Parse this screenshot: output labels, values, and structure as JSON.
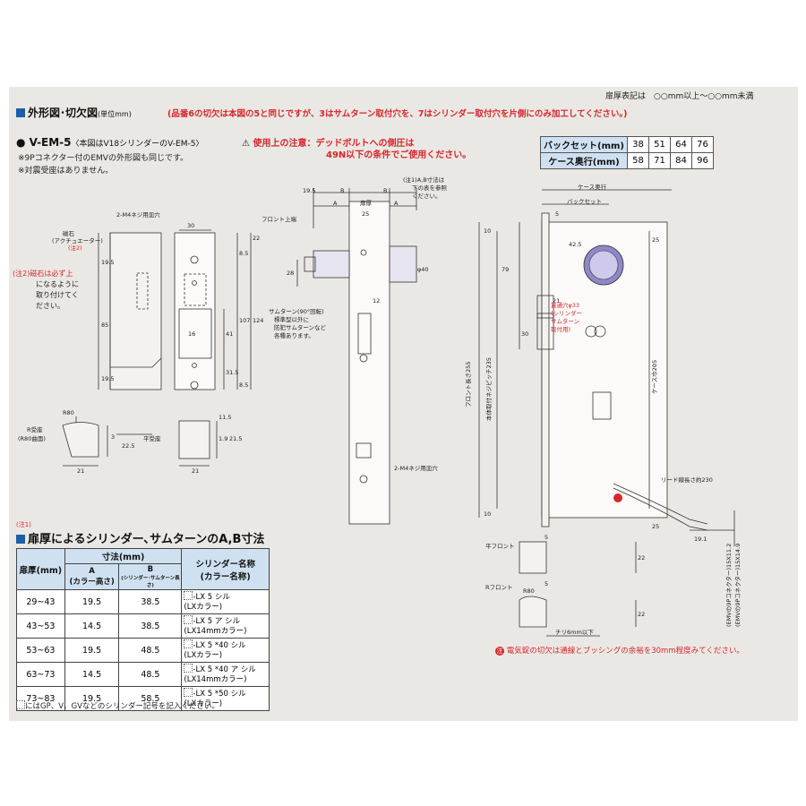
{
  "header": {
    "thickness_note": "扉厚表記は　○○mm以上～○○mm未満",
    "title": "外形図･切欠図",
    "unit": "(単位mm)",
    "red_note": "(品番6の切欠は本図の5と同じですが、3はサムターン取付穴を、7はシリンダー取付穴を片側にのみ加工してください。)"
  },
  "model": {
    "name": "● V-EM-5",
    "subtitle": "〈本図はV18シリンダーのV-EM-5〉",
    "caution_label": "使用上の注意：",
    "caution_line1": "デッドボルトへの側圧は",
    "caution_line2": "49N以下の条件でご使用ください。",
    "note1": "※9Pコネクター付のEMVの外形図も同じです。",
    "note2": "※対震受座はありません。"
  },
  "spec_table": {
    "rows": [
      {
        "label": "バックセット(mm)",
        "values": [
          "38",
          "51",
          "64",
          "76"
        ]
      },
      {
        "label": "ケース奥行(mm)",
        "values": [
          "58",
          "71",
          "84",
          "96"
        ]
      }
    ]
  },
  "left_drawing": {
    "screw_label": "2-M4ネジ用皿穴",
    "magnet_label_1": "磁石",
    "magnet_label_2": "(アクチュエーター)",
    "magnet_label_3": "(注2)",
    "note2_1": "(注2)磁石は必ず上",
    "note2_2": "になるように",
    "note2_3": "取り付けてく",
    "note2_4": "ださい。",
    "dims": [
      "30",
      "22",
      "8.5",
      "19.5",
      "16",
      "85",
      "41",
      "107",
      "124",
      "31.5",
      "19.5",
      "8.5",
      "28",
      "30"
    ],
    "r80": "R80",
    "r_strike_1": "R受座",
    "r_strike_2": "(R80曲面)",
    "flat_strike": "平受座",
    "d_3": "3",
    "d_225": "22.5",
    "d_21a": "21",
    "d_115": "11.5",
    "d_19": "1.9",
    "d_215": "21.5",
    "d_21b": "21"
  },
  "center_drawing": {
    "note1_1": "(注1)A,B寸法は",
    "note1_2": "下の表を参照",
    "note1_3": "ください。",
    "dims_top": [
      "19.5",
      "B",
      "B",
      "A",
      "扉厚",
      "A",
      "25"
    ],
    "front_top": "フロント上端",
    "d28": "28",
    "d40": "φ40",
    "d12": "12",
    "thumb_1": "サムターン(90°回転)",
    "thumb_2": "標準型以外に",
    "thumb_3": "防犯サムターンなど",
    "thumb_4": "各種あります。",
    "screw_label": "2-M4ネジ用皿穴"
  },
  "right_drawing": {
    "case_depth": "ケース奥行",
    "backset": "バックセット",
    "d5": "5",
    "d425": "42.5",
    "d25": "25",
    "d10a": "10",
    "d79": "79",
    "d21": "21",
    "hole_1": "貫通穴φ33",
    "hole_2": "(シリンダー",
    "hole_3": "サムターン",
    "hole_4": "取付用)",
    "d30": "30",
    "front_len": "フロント長さ255",
    "body_pitch": "本体取付ネジピッチ235",
    "case_width": "ケース巾205",
    "lead": "リード線長さ約230",
    "d10b": "10",
    "d25b": "25",
    "d191": "19.1",
    "conn1": "(EMVの9Pコネクター)15X11.2",
    "conn2": "(EMVの9Pコネクター)15X14.9",
    "flat_front": "平フロント",
    "r_front": "Rフロント",
    "d5b": "5",
    "d22a": "22",
    "r80": "R80",
    "d5c": "5",
    "d22b": "22",
    "chiri": "チリ6mm以下"
  },
  "bottom_note": {
    "badge": "注",
    "text": "電気錠の切欠は通線とブッシングの余裕を30mm程度みてください。"
  },
  "cylinder_section": {
    "note_tag": "(注1)",
    "title": "扉厚によるシリンダー､サムターンのA,B寸法",
    "header_thickness": "扉厚(mm)",
    "header_dims": "寸法(mm)",
    "header_a1": "A",
    "header_a2": "(カラー高さ)",
    "header_b1": "B",
    "header_b2": "(シリンダー･サムターン長さ)",
    "header_name1": "シリンダー名称",
    "header_name2": "(カラー名称)",
    "rows": [
      {
        "thickness": "29~43",
        "a": "19.5",
        "b": "38.5",
        "name1": "-LX 5 シル",
        "name2": "(LXカラー)"
      },
      {
        "thickness": "43~53",
        "a": "14.5",
        "b": "38.5",
        "name1": "-LX 5 ア シル",
        "name2": "(LX14mmカラー)"
      },
      {
        "thickness": "53~63",
        "a": "19.5",
        "b": "48.5",
        "name1": "-LX 5 *40 シル",
        "name2": "(LXカラー)"
      },
      {
        "thickness": "63~73",
        "a": "14.5",
        "b": "48.5",
        "name1": "-LX 5 *40 ア シル",
        "name2": "(LX14mmカラー)"
      },
      {
        "thickness": "73~83",
        "a": "19.5",
        "b": "58.5",
        "name1": "-LX 5 *50 シル",
        "name2": "(LXカラー)"
      }
    ],
    "footnote": "にはGP、V、GVなどのシリンダー記号を記入ください。"
  },
  "colors": {
    "panel_bg": "#eae8e4",
    "accent_blue": "#1e5ea8",
    "header_blue": "#cfe1f1",
    "warning_red": "#d6262a",
    "cylinder_purple": "#8f88c8"
  }
}
